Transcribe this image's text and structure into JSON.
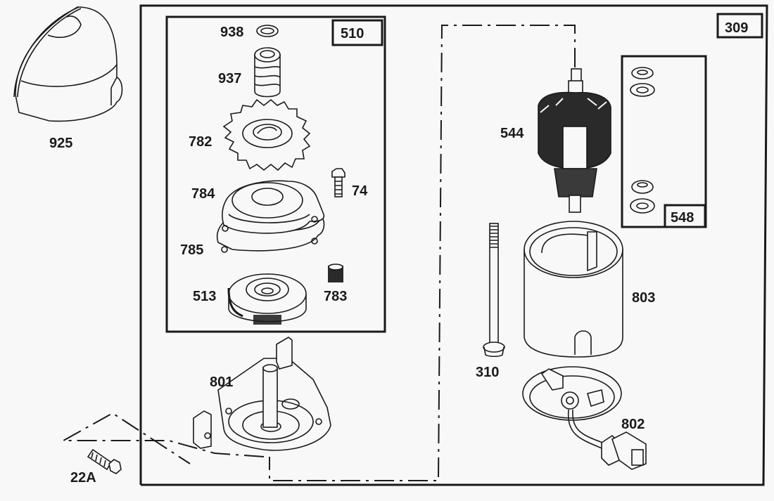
{
  "diagram": {
    "colors": {
      "line": "#1a1a1a",
      "background": "#f8f8f8"
    },
    "groups": {
      "assembly": "309",
      "drive_kit": "510",
      "washer_kit": "548"
    },
    "parts": {
      "p925": "925",
      "p938": "938",
      "p937": "937",
      "p782": "782",
      "p74": "74",
      "p784": "784",
      "p785": "785",
      "p513": "513",
      "p783": "783",
      "p801": "801",
      "p22a": "22A",
      "p544": "544",
      "p310": "310",
      "p803": "803",
      "p802": "802"
    }
  }
}
